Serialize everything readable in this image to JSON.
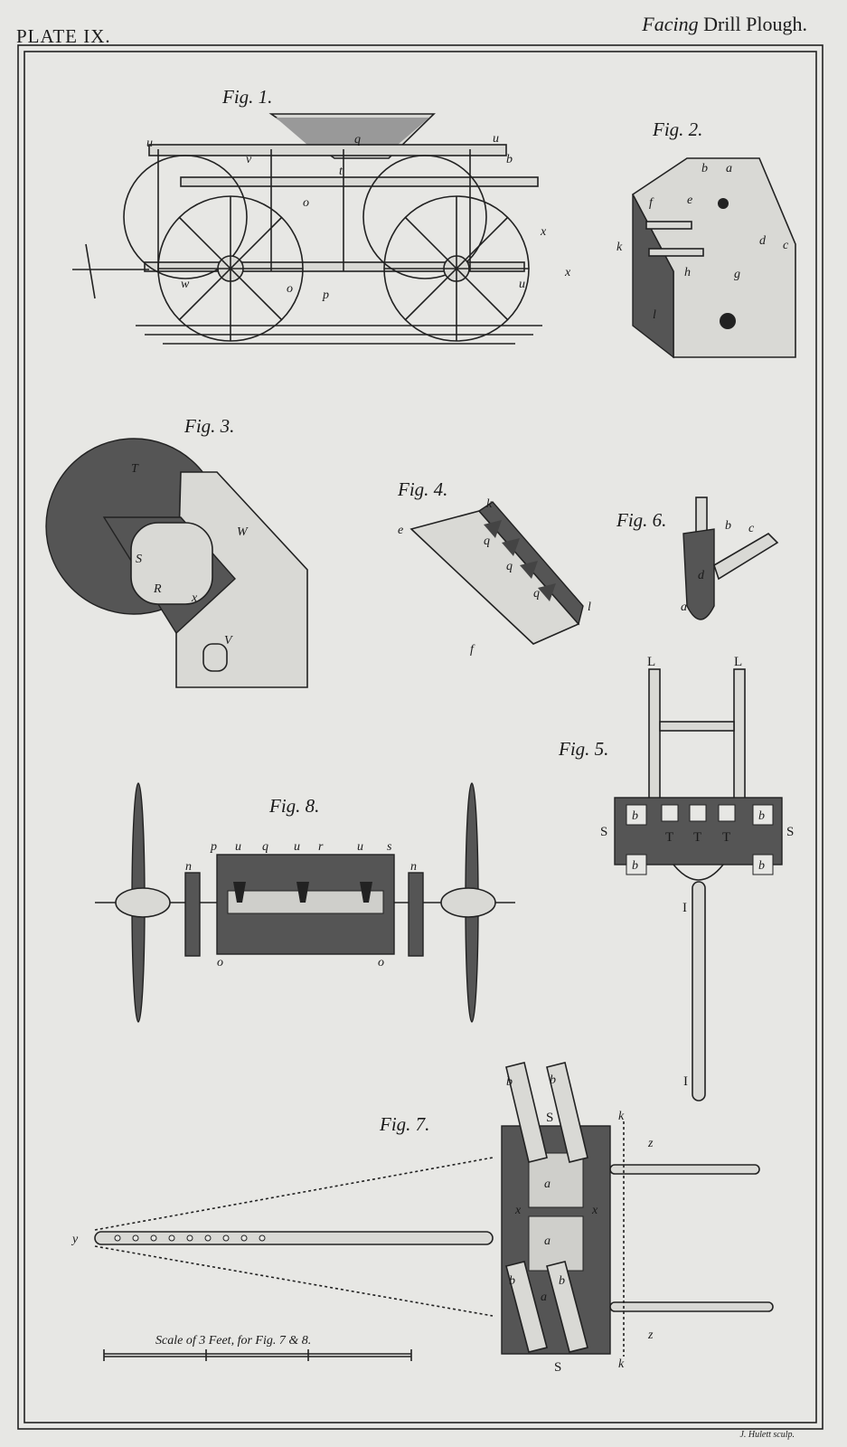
{
  "header": {
    "plate_label": "PLATE IX.",
    "caption_italic": "Facing",
    "caption_plain": "Drill Plough."
  },
  "figures": {
    "fig1": "Fig. 1.",
    "fig2": "Fig. 2.",
    "fig3": "Fig. 3.",
    "fig4": "Fig. 4.",
    "fig5": "Fig. 5.",
    "fig6": "Fig. 6.",
    "fig7": "Fig. 7.",
    "fig8": "Fig. 8."
  },
  "scale_caption": "Scale of 3 Feet, for Fig. 7 & 8.",
  "engraver": "J. Hulett sculp.",
  "letters": {
    "fig1": [
      "u",
      "v",
      "q",
      "t",
      "u",
      "b",
      "o",
      "x",
      "w",
      "o",
      "p",
      "u",
      "x"
    ],
    "fig2": [
      "b",
      "a",
      "f",
      "e",
      "k",
      "d",
      "c",
      "h",
      "g",
      "l"
    ],
    "fig3": [
      "T",
      "W",
      "S",
      "R",
      "V",
      "x"
    ],
    "fig4": [
      "k",
      "e",
      "q",
      "q",
      "q",
      "f",
      "l"
    ],
    "fig5": [
      "L",
      "L",
      "S",
      "S",
      "b",
      "b",
      "b",
      "b",
      "T",
      "T",
      "T",
      "I",
      "I"
    ],
    "fig6": [
      "b",
      "c",
      "d",
      "a"
    ],
    "fig7": [
      "b",
      "b",
      "S",
      "k",
      "z",
      "a",
      "x",
      "x",
      "a",
      "y",
      "b",
      "a",
      "b",
      "S",
      "z",
      "k"
    ],
    "fig8": [
      "p",
      "u",
      "q",
      "u",
      "r",
      "u",
      "s",
      "n",
      "n",
      "o",
      "o"
    ]
  },
  "colors": {
    "paper": "#e7e7e4",
    "ink": "#222222"
  }
}
